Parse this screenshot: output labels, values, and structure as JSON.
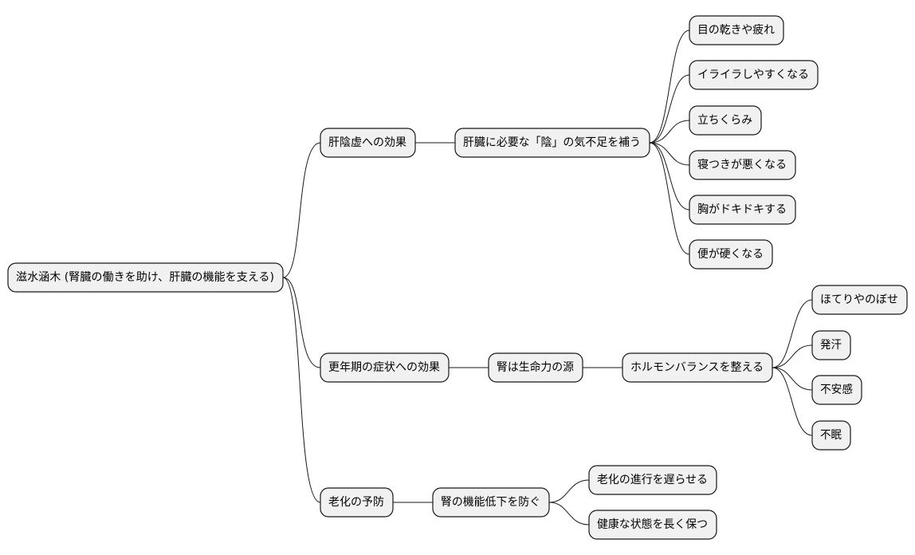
{
  "diagram": {
    "root": "滋水涵木 (腎臓の働きを助け、肝臓の機能を支える)",
    "branches": [
      {
        "label": "肝陰虚への効果",
        "sub": {
          "label": "肝臓に必要な「陰」の気不足を補う",
          "items": [
            "目の乾きや疲れ",
            "イライラしやすくなる",
            "立ちくらみ",
            "寝つきが悪くなる",
            "胸がドキドキする",
            "便が硬くなる"
          ]
        }
      },
      {
        "label": "更年期の症状への効果",
        "sub": {
          "label": "腎は生命力の源",
          "sub": {
            "label": "ホルモンバランスを整える",
            "items": [
              "ほてりやのぼせ",
              "発汗",
              "不安感",
              "不眠"
            ]
          }
        }
      },
      {
        "label": "老化の予防",
        "sub": {
          "label": "腎の機能低下を防ぐ",
          "items": [
            "老化の進行を遅らせる",
            "健康な状態を長く保つ"
          ]
        }
      }
    ]
  }
}
